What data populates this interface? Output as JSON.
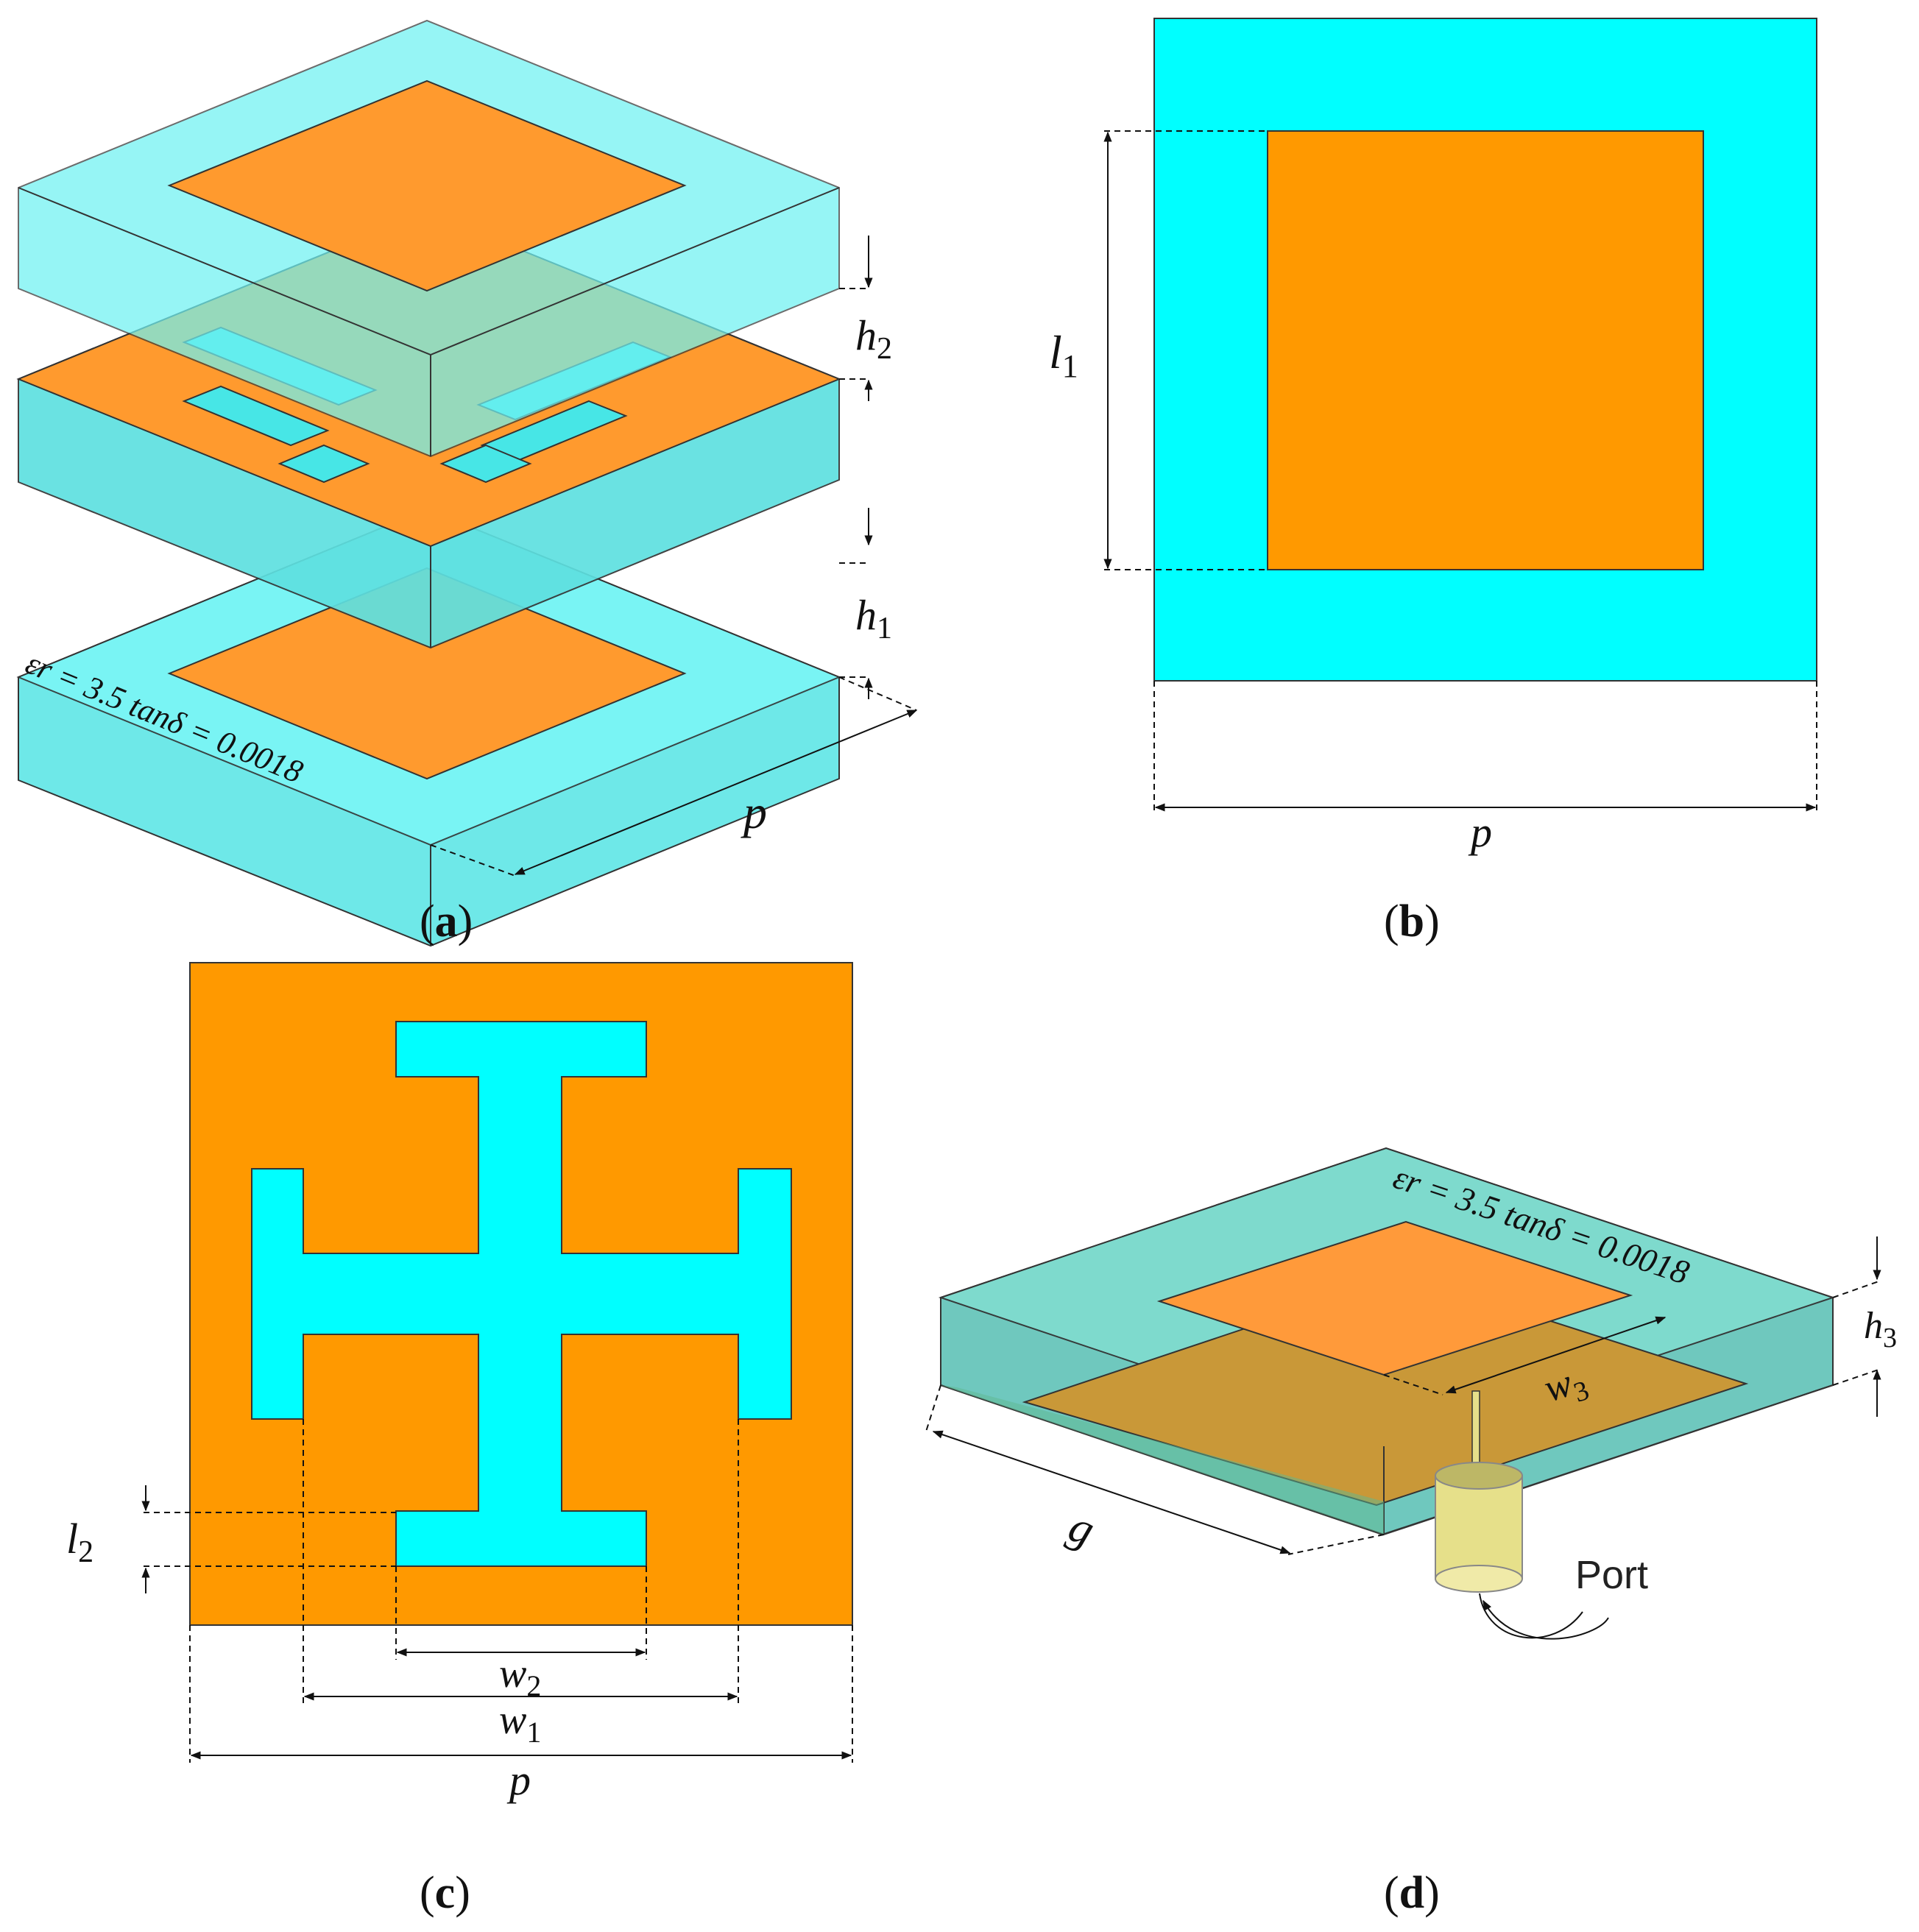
{
  "colors": {
    "substrate": "#00FFFF",
    "substrate_translucent": "#4FE3E3",
    "metal": "#FF9900",
    "substrate_d": "#5FC8BE",
    "ground_d": "#C99838",
    "probe": "#E6E08A",
    "line": "#111111"
  },
  "panel_a": {
    "caption": {
      "open": "(",
      "letter": "a",
      "close": ")"
    },
    "label_h2_base": "h",
    "label_h2_sub": "2",
    "label_h1_base": "h",
    "label_h1_sub": "1",
    "label_p": "p",
    "material": "εr = 3.5  tanδ = 0.0018"
  },
  "panel_b": {
    "caption": {
      "open": "(",
      "letter": "b",
      "close": ")"
    },
    "label_l1_base": "l",
    "label_l1_sub": "1",
    "label_p": "p"
  },
  "panel_c": {
    "caption": {
      "open": "(",
      "letter": "c",
      "close": ")"
    },
    "label_l2_base": "l",
    "label_l2_sub": "2",
    "label_w2_base": "w",
    "label_w2_sub": "2",
    "label_w1_base": "w",
    "label_w1_sub": "1",
    "label_p": "p"
  },
  "panel_d": {
    "caption": {
      "open": "(",
      "letter": "d",
      "close": ")"
    },
    "material": "εr = 3.5  tanδ = 0.0018",
    "label_h3_base": "h",
    "label_h3_sub": "3",
    "label_w3_base": "w",
    "label_w3_sub": "3",
    "label_g": "g",
    "label_port": "Port"
  }
}
